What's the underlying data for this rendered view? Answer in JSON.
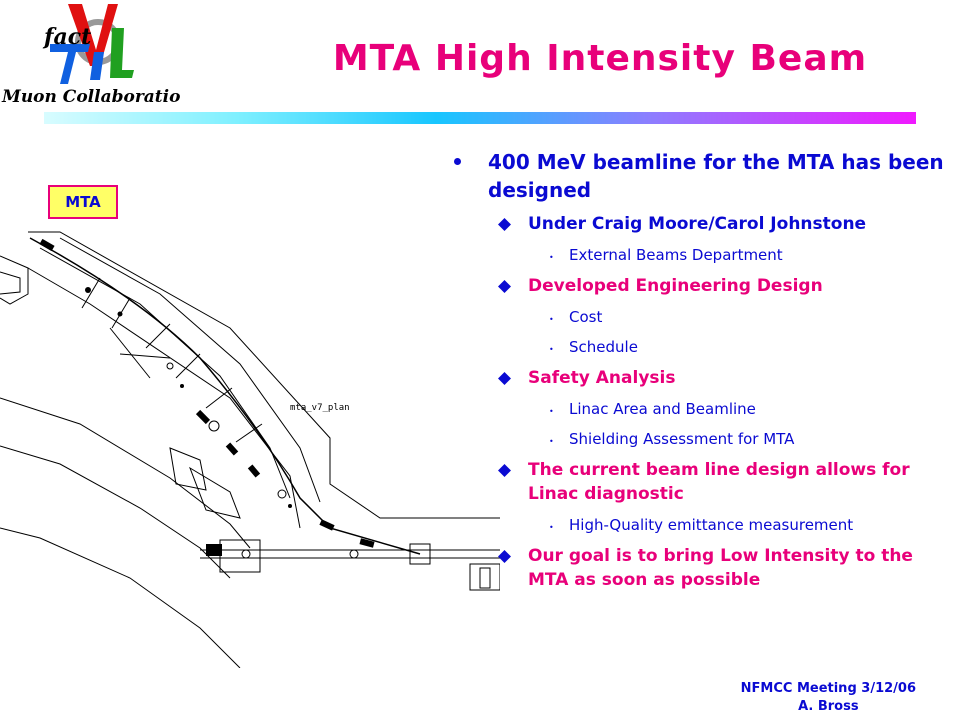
{
  "title": "MTA High Intensity Beam",
  "logo": {
    "word1": "fact",
    "word2": "Muon Collaboration"
  },
  "mta_tag": "MTA",
  "plan_label": "mta_v7_plan",
  "bullets": [
    {
      "text": "400 MeV beamline for the MTA has been designed",
      "children": [
        {
          "text": "Under Craig Moore/Carol Johnstone",
          "color": "blue",
          "children": [
            "External Beams Department"
          ]
        },
        {
          "text": "Developed Engineering Design",
          "color": "magenta",
          "children": [
            "Cost",
            "Schedule"
          ]
        },
        {
          "text": "Safety Analysis",
          "color": "magenta",
          "children": [
            "Linac Area and Beamline",
            "Shielding Assessment for MTA"
          ]
        },
        {
          "text": "The current beam line design allows for Linac diagnostic",
          "color": "magenta",
          "children": [
            "High-Quality emittance measurement"
          ]
        },
        {
          "text": "Our goal is to bring Low Intensity to the MTA as soon as possible",
          "color": "magenta",
          "children": []
        }
      ]
    }
  ],
  "footer": {
    "line1": "NFMCC Meeting 3/12/06",
    "line2": "A. Bross"
  },
  "colors": {
    "title": "#e8007a",
    "text": "#0a0ad2",
    "tag_bg": "#ffff66"
  }
}
